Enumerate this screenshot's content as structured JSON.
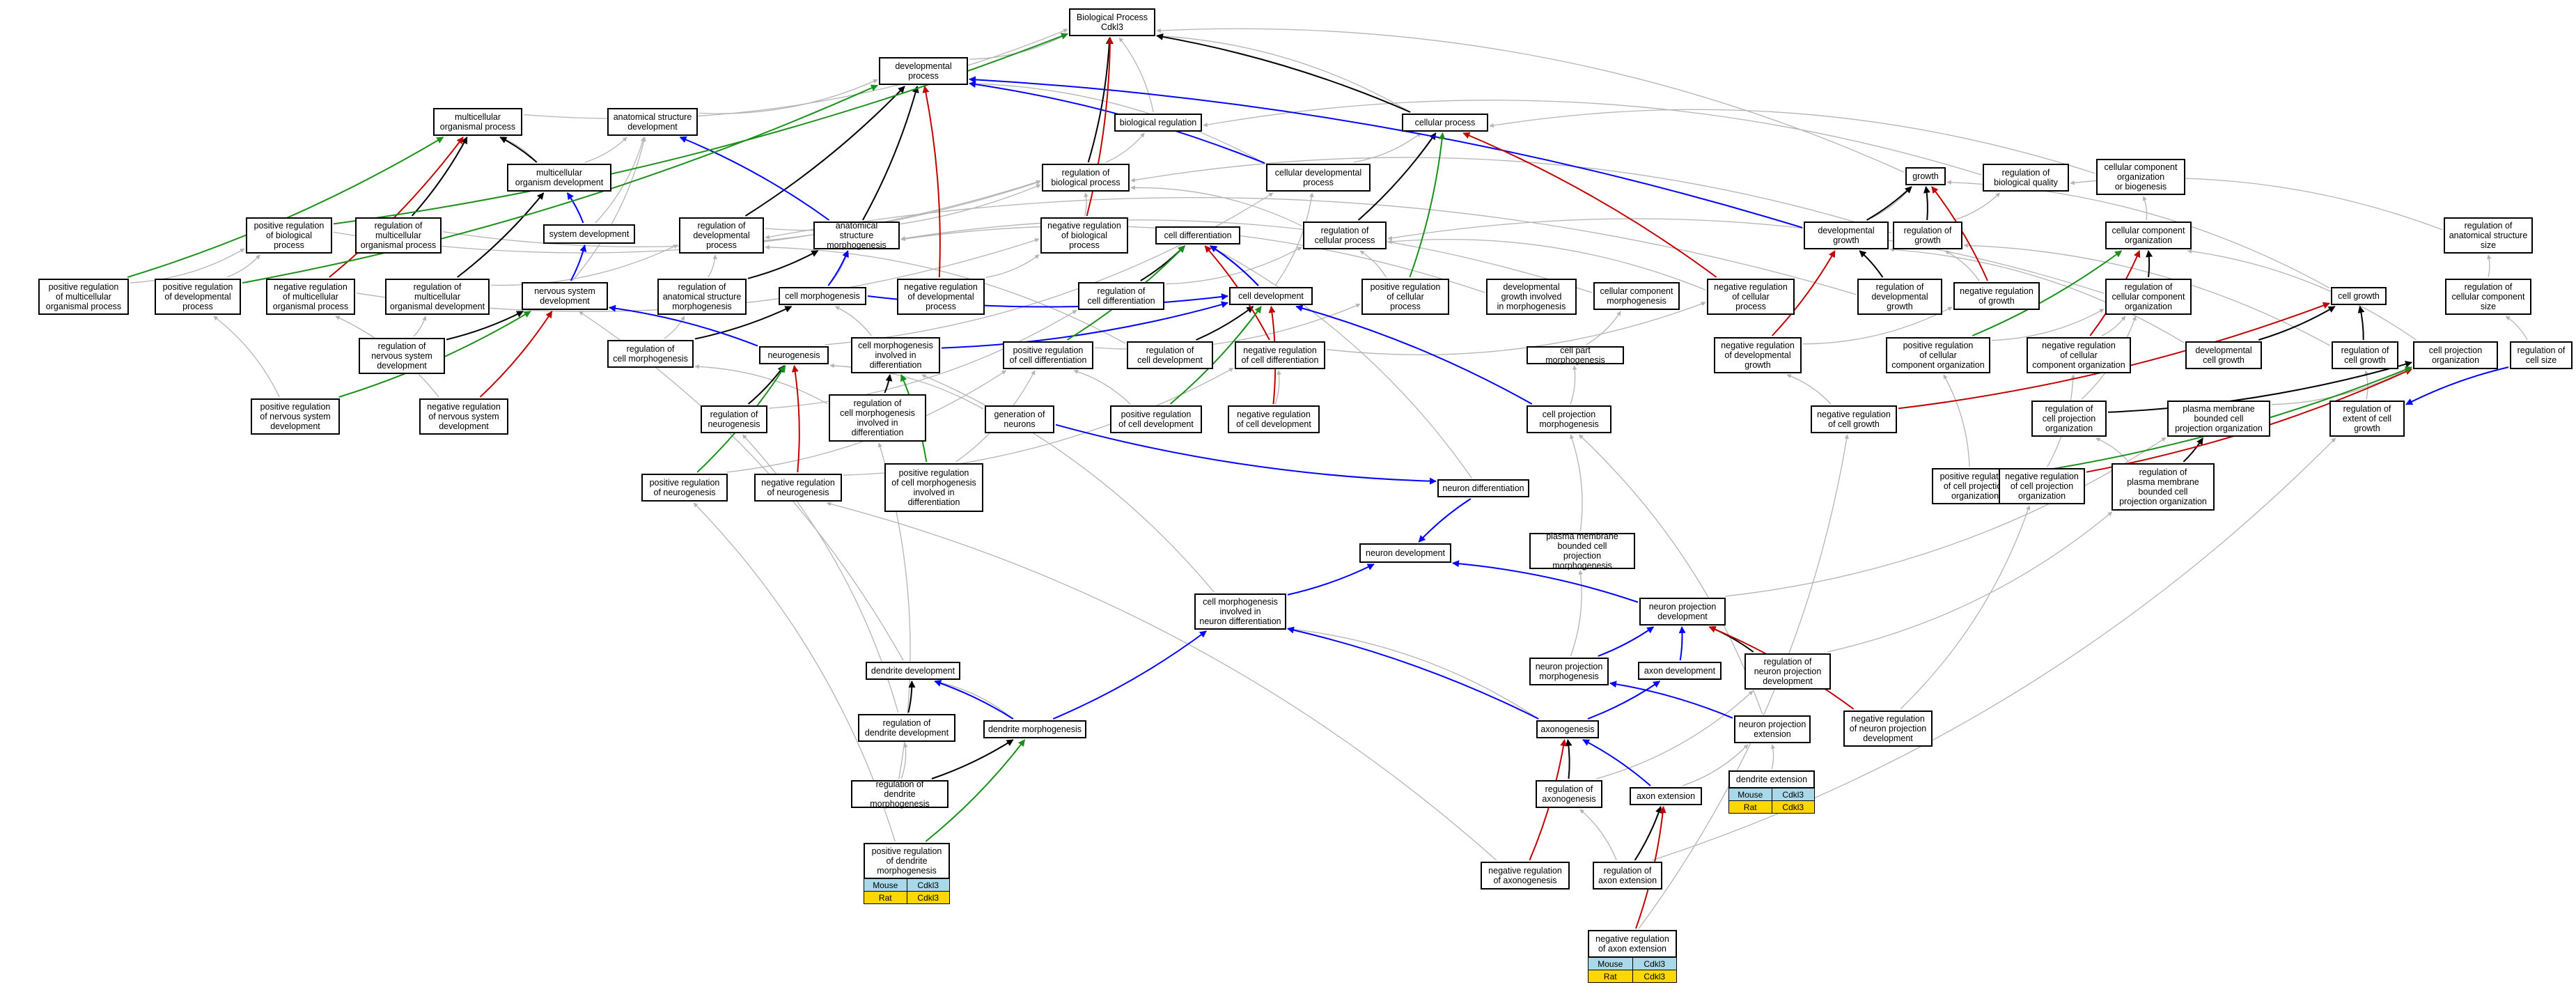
{
  "colors": {
    "gray": "#b4b4b4",
    "black": "#000000",
    "blue": "#0000ff",
    "red": "#c00000",
    "green": "#1a8f1a",
    "mouse": "#a9d8e8",
    "rat": "#ffd700"
  },
  "nodes": [
    {
      "id": "bp",
      "label": "Biological Process\nCdkl3"
    },
    {
      "id": "dev",
      "label": "developmental\nprocess"
    },
    {
      "id": "mop",
      "label": "multicellular\norganismal process"
    },
    {
      "id": "asd",
      "label": "anatomical structure\ndevelopment"
    },
    {
      "id": "breg",
      "label": "biological regulation"
    },
    {
      "id": "cp",
      "label": "cellular process"
    },
    {
      "id": "mod",
      "label": "multicellular\norganism development"
    },
    {
      "id": "regbp",
      "label": "regulation of\nbiological process"
    },
    {
      "id": "cdp",
      "label": "cellular developmental\nprocess"
    },
    {
      "id": "growth",
      "label": "growth"
    },
    {
      "id": "rbq",
      "label": "regulation of\nbiological quality"
    },
    {
      "id": "ccob",
      "label": "cellular component\norganization\nor biogenesis"
    },
    {
      "id": "prbp",
      "label": "positive regulation\nof biological\nprocess"
    },
    {
      "id": "rmop",
      "label": "regulation of\nmulticellular\norganismal process"
    },
    {
      "id": "sysdev",
      "label": "system development"
    },
    {
      "id": "rdp",
      "label": "regulation of\ndevelopmental\nprocess"
    },
    {
      "id": "asm",
      "label": "anatomical structure\nmorphogenesis"
    },
    {
      "id": "nrbp",
      "label": "negative regulation\nof biological\nprocess"
    },
    {
      "id": "celldiff",
      "label": "cell differentiation"
    },
    {
      "id": "rcp",
      "label": "regulation of\ncellular process"
    },
    {
      "id": "devgrowth",
      "label": "developmental\ngrowth"
    },
    {
      "id": "rgrowth",
      "label": "regulation of\ngrowth"
    },
    {
      "id": "cco",
      "label": "cellular component\norganization"
    },
    {
      "id": "rass",
      "label": "regulation of\nanatomical structure\nsize"
    },
    {
      "id": "prmop",
      "label": "positive regulation\nof multicellular\norganismal process"
    },
    {
      "id": "prdp",
      "label": "positive regulation\nof developmental\nprocess"
    },
    {
      "id": "nrmop",
      "label": "negative regulation\nof multicellular\norganismal process"
    },
    {
      "id": "rmod",
      "label": "regulation of\nmulticellular\norganismal development"
    },
    {
      "id": "nsd",
      "label": "nervous system\ndevelopment"
    },
    {
      "id": "rasm",
      "label": "regulation of\nanatomical structure\nmorphogenesis"
    },
    {
      "id": "cm",
      "label": "cell morphogenesis"
    },
    {
      "id": "nrdp",
      "label": "negative regulation\nof developmental\nprocess"
    },
    {
      "id": "rcd",
      "label": "regulation of\ncell differentiation"
    },
    {
      "id": "celldev",
      "label": "cell development"
    },
    {
      "id": "prcp",
      "label": "positive regulation\nof cellular\nprocess"
    },
    {
      "id": "dgim",
      "label": "developmental\ngrowth involved\nin morphogenesis"
    },
    {
      "id": "ccm",
      "label": "cellular component\nmorphogenesis"
    },
    {
      "id": "nrcp",
      "label": "negative regulation\nof cellular\nprocess"
    },
    {
      "id": "rdg",
      "label": "regulation of\ndevelopmental\ngrowth"
    },
    {
      "id": "nrg",
      "label": "negative regulation\nof growth"
    },
    {
      "id": "rcco",
      "label": "regulation of\ncellular component\norganization"
    },
    {
      "id": "cellgrowth",
      "label": "cell growth"
    },
    {
      "id": "rccs",
      "label": "regulation of\ncellular component\nsize"
    },
    {
      "id": "rcm",
      "label": "regulation of\ncell morphogenesis"
    },
    {
      "id": "neurogenesis",
      "label": "neurogenesis"
    },
    {
      "id": "cmid",
      "label": "cell morphogenesis\ninvolved in\ndifferentiation"
    },
    {
      "id": "prcd",
      "label": "positive regulation\nof cell differentiation"
    },
    {
      "id": "rcdev",
      "label": "regulation of\ncell development"
    },
    {
      "id": "nrcd",
      "label": "negative regulation\nof cell differentiation"
    },
    {
      "id": "cpm",
      "label": "cell part morphogenesis"
    },
    {
      "id": "nrdg",
      "label": "negative regulation\nof developmental\ngrowth"
    },
    {
      "id": "prcco",
      "label": "positive regulation\nof cellular\ncomponent organization"
    },
    {
      "id": "nrcco",
      "label": "negative regulation\nof cellular\ncomponent organization"
    },
    {
      "id": "dcg",
      "label": "developmental\ncell growth"
    },
    {
      "id": "rcg",
      "label": "regulation of\ncell growth"
    },
    {
      "id": "cpo",
      "label": "cell projection\norganization"
    },
    {
      "id": "rcs",
      "label": "regulation of\ncell size"
    },
    {
      "id": "rnsd",
      "label": "regulation of\nnervous system\ndevelopment"
    },
    {
      "id": "rneuro",
      "label": "regulation of\nneurogenesis"
    },
    {
      "id": "rcmid",
      "label": "regulation of\ncell morphogenesis\ninvolved in\ndifferentiation"
    },
    {
      "id": "genneur",
      "label": "generation of\nneurons"
    },
    {
      "id": "prcdev",
      "label": "positive regulation\nof cell development"
    },
    {
      "id": "nrcdev",
      "label": "negative regulation\nof cell development"
    },
    {
      "id": "cprojm",
      "label": "cell projection\nmorphogenesis"
    },
    {
      "id": "nrcg",
      "label": "negative regulation\nof cell growth"
    },
    {
      "id": "rcpo",
      "label": "regulation of\ncell projection\norganization"
    },
    {
      "id": "pmbcpo",
      "label": "plasma membrane\nbounded cell\nprojection organization"
    },
    {
      "id": "rexcg",
      "label": "regulation of\nextent of cell\ngrowth"
    },
    {
      "id": "prnsd",
      "label": "positive regulation\nof nervous system\ndevelopment"
    },
    {
      "id": "nrnsd",
      "label": "negative regulation\nof nervous system\ndevelopment"
    },
    {
      "id": "prneuro",
      "label": "positive regulation\nof neurogenesis"
    },
    {
      "id": "nrneuro",
      "label": "negative regulation\nof neurogenesis"
    },
    {
      "id": "prcmid",
      "label": "positive regulation\nof cell morphogenesis\ninvolved in\ndifferentiation"
    },
    {
      "id": "neurdiff",
      "label": "neuron differentiation"
    },
    {
      "id": "prcpo",
      "label": "positive regulation\nof cell projection\norganization"
    },
    {
      "id": "nrcpo",
      "label": "negative regulation\nof cell projection\norganization"
    },
    {
      "id": "rpmbcpo",
      "label": "regulation of\nplasma membrane\nbounded cell\nprojection organization"
    },
    {
      "id": "neurdev",
      "label": "neuron development"
    },
    {
      "id": "pmbcpm",
      "label": "plasma membrane\nbounded cell\nprojection morphogenesis"
    },
    {
      "id": "cmind",
      "label": "cell morphogenesis\ninvolved in\nneuron differentiation"
    },
    {
      "id": "npd",
      "label": "neuron projection\ndevelopment"
    },
    {
      "id": "dendev",
      "label": "dendrite development"
    },
    {
      "id": "npm",
      "label": "neuron projection\nmorphogenesis"
    },
    {
      "id": "axdev",
      "label": "axon development"
    },
    {
      "id": "rnpd",
      "label": "regulation of\nneuron projection\ndevelopment"
    },
    {
      "id": "rdendev",
      "label": "regulation of\ndendrite development"
    },
    {
      "id": "denm",
      "label": "dendrite morphogenesis"
    },
    {
      "id": "axgen",
      "label": "axonogenesis"
    },
    {
      "id": "npe",
      "label": "neuron projection\nextension"
    },
    {
      "id": "nrnpd",
      "label": "negative regulation\nof neuron projection\ndevelopment"
    },
    {
      "id": "dext",
      "label": "dendrite extension"
    },
    {
      "id": "rdenm",
      "label": "regulation of\ndendrite morphogenesis"
    },
    {
      "id": "raxgen",
      "label": "regulation of\naxonogenesis"
    },
    {
      "id": "axext",
      "label": "axon extension"
    },
    {
      "id": "prdenm",
      "label": "positive regulation\nof dendrite\nmorphogenesis"
    },
    {
      "id": "nraxgen",
      "label": "negative regulation\nof axonogenesis"
    },
    {
      "id": "raxext",
      "label": "regulation of\naxon extension"
    },
    {
      "id": "nraxext",
      "label": "negative regulation\nof axon extension"
    }
  ],
  "annotations": [
    {
      "node": "dext",
      "species": [
        {
          "name": "Mouse",
          "gene": "Cdkl3"
        },
        {
          "name": "Rat",
          "gene": "Cdkl3"
        }
      ]
    },
    {
      "node": "prdenm",
      "species": [
        {
          "name": "Mouse",
          "gene": "Cdkl3"
        },
        {
          "name": "Rat",
          "gene": "Cdkl3"
        }
      ]
    },
    {
      "node": "nraxext",
      "species": [
        {
          "name": "Mouse",
          "gene": "Cdkl3"
        },
        {
          "name": "Rat",
          "gene": "Cdkl3"
        }
      ]
    }
  ]
}
